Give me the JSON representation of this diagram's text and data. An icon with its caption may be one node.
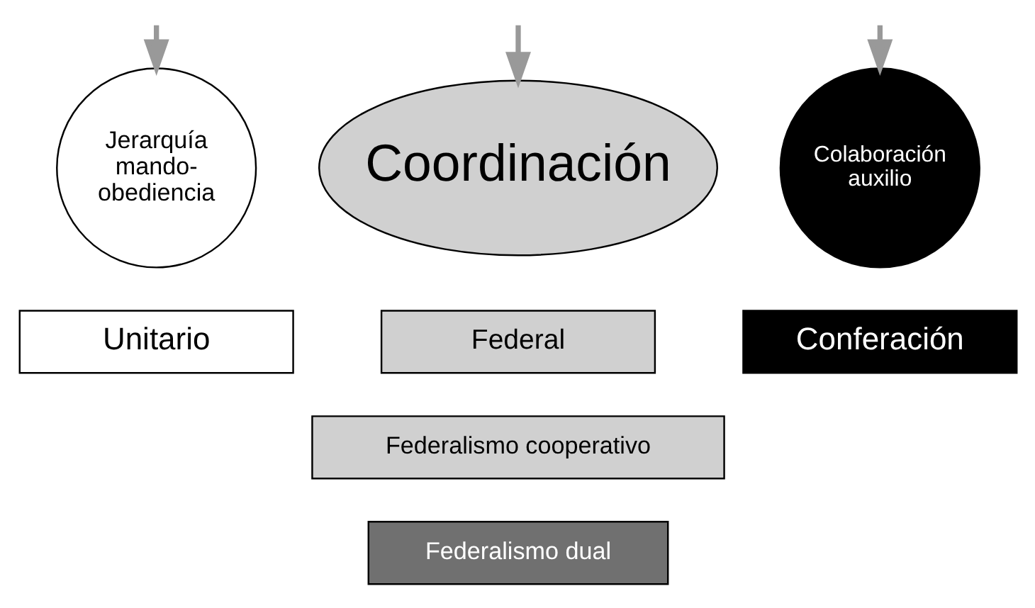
{
  "diagram": {
    "nodes": [
      {
        "text": [
          "Jerarquía mando-obediencia"
        ]
      },
      {
        "text": [
          "Coordinación"
        ]
      },
      {
        "text": [
          "Colaboración auxilio"
        ]
      },
      {
        "text": [
          "Unitario"
        ]
      },
      {
        "text": [
          "Federal"
        ]
      },
      {
        "text": [
          "Conferación"
        ]
      },
      {
        "text": [
          "Federalismo cooperativo"
        ]
      },
      {
        "text": [
          "Federalismo dual"
        ]
      }
    ],
    "edges": [
      {
        "from": null,
        "to": 0,
        "arrow": "to"
      },
      {
        "from": null,
        "to": 1,
        "arrow": "to"
      },
      {
        "from": null,
        "to": 2,
        "arrow": "to"
      }
    ]
  }
}
